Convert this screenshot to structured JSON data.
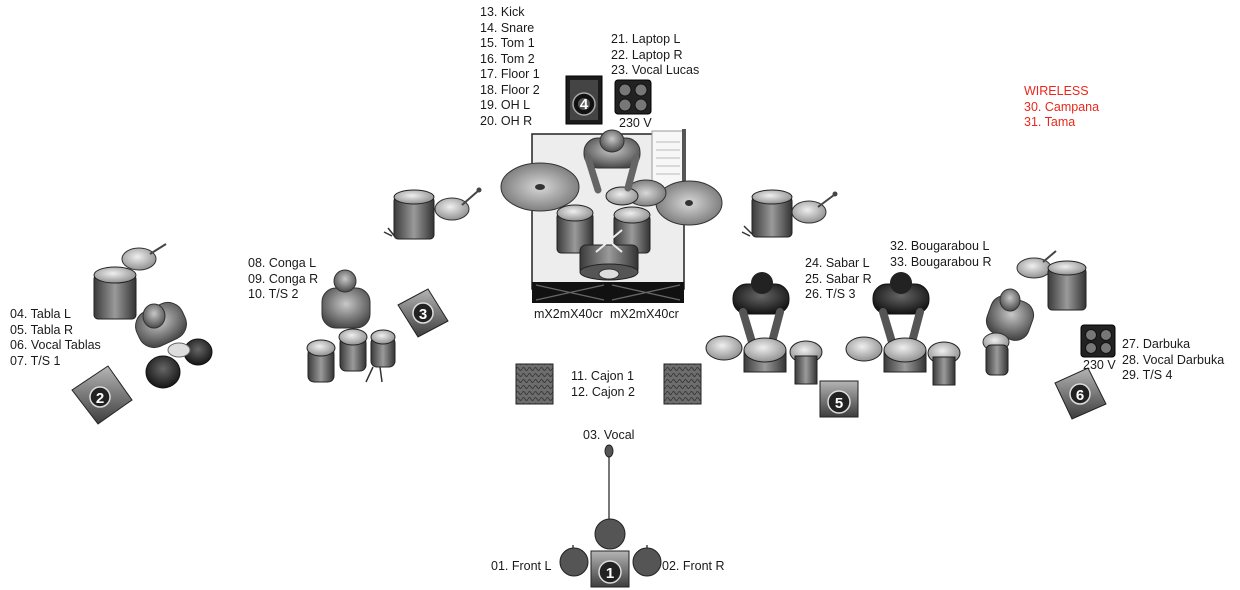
{
  "labels": {
    "drums": [
      "13. Kick",
      "14. Snare",
      "15. Tom 1",
      "16. Tom 2",
      "17. Floor 1",
      "18. Floor 2",
      "19. OH L",
      "20. OH R"
    ],
    "laptop": [
      "21. Laptop L",
      "22. Laptop R",
      "23. Vocal Lucas"
    ],
    "wireless_title": "WIRELESS",
    "wireless": [
      "30. Campana",
      "31. Tama"
    ],
    "tabla": [
      "04. Tabla L",
      "05. Tabla R",
      "06. Vocal Tablas",
      "07. T/S 1"
    ],
    "conga": [
      "08. Conga L",
      "09. Conga R",
      "10. T/S 2"
    ],
    "sabar": [
      "24. Sabar L",
      "25. Sabar R",
      "26. T/S 3"
    ],
    "bougarabou": [
      "32. Bougarabou L",
      "33. Bougarabou R"
    ],
    "darbuka": [
      "27. Darbuka",
      "28. Vocal Darbuka",
      "29. T/S 4"
    ],
    "cajon": [
      "11. Cajon 1",
      "12. Cajon 2"
    ],
    "vocal": "03. Vocal",
    "front_l": "01. Front L",
    "front_r": "02. Front R",
    "power_drum": "230 V",
    "power_darbuka": "230 V",
    "riser_left": "mX2mX40cr",
    "riser_right": "mX2mX40cr"
  },
  "monitors": [
    "1",
    "2",
    "3",
    "4",
    "5",
    "6"
  ]
}
